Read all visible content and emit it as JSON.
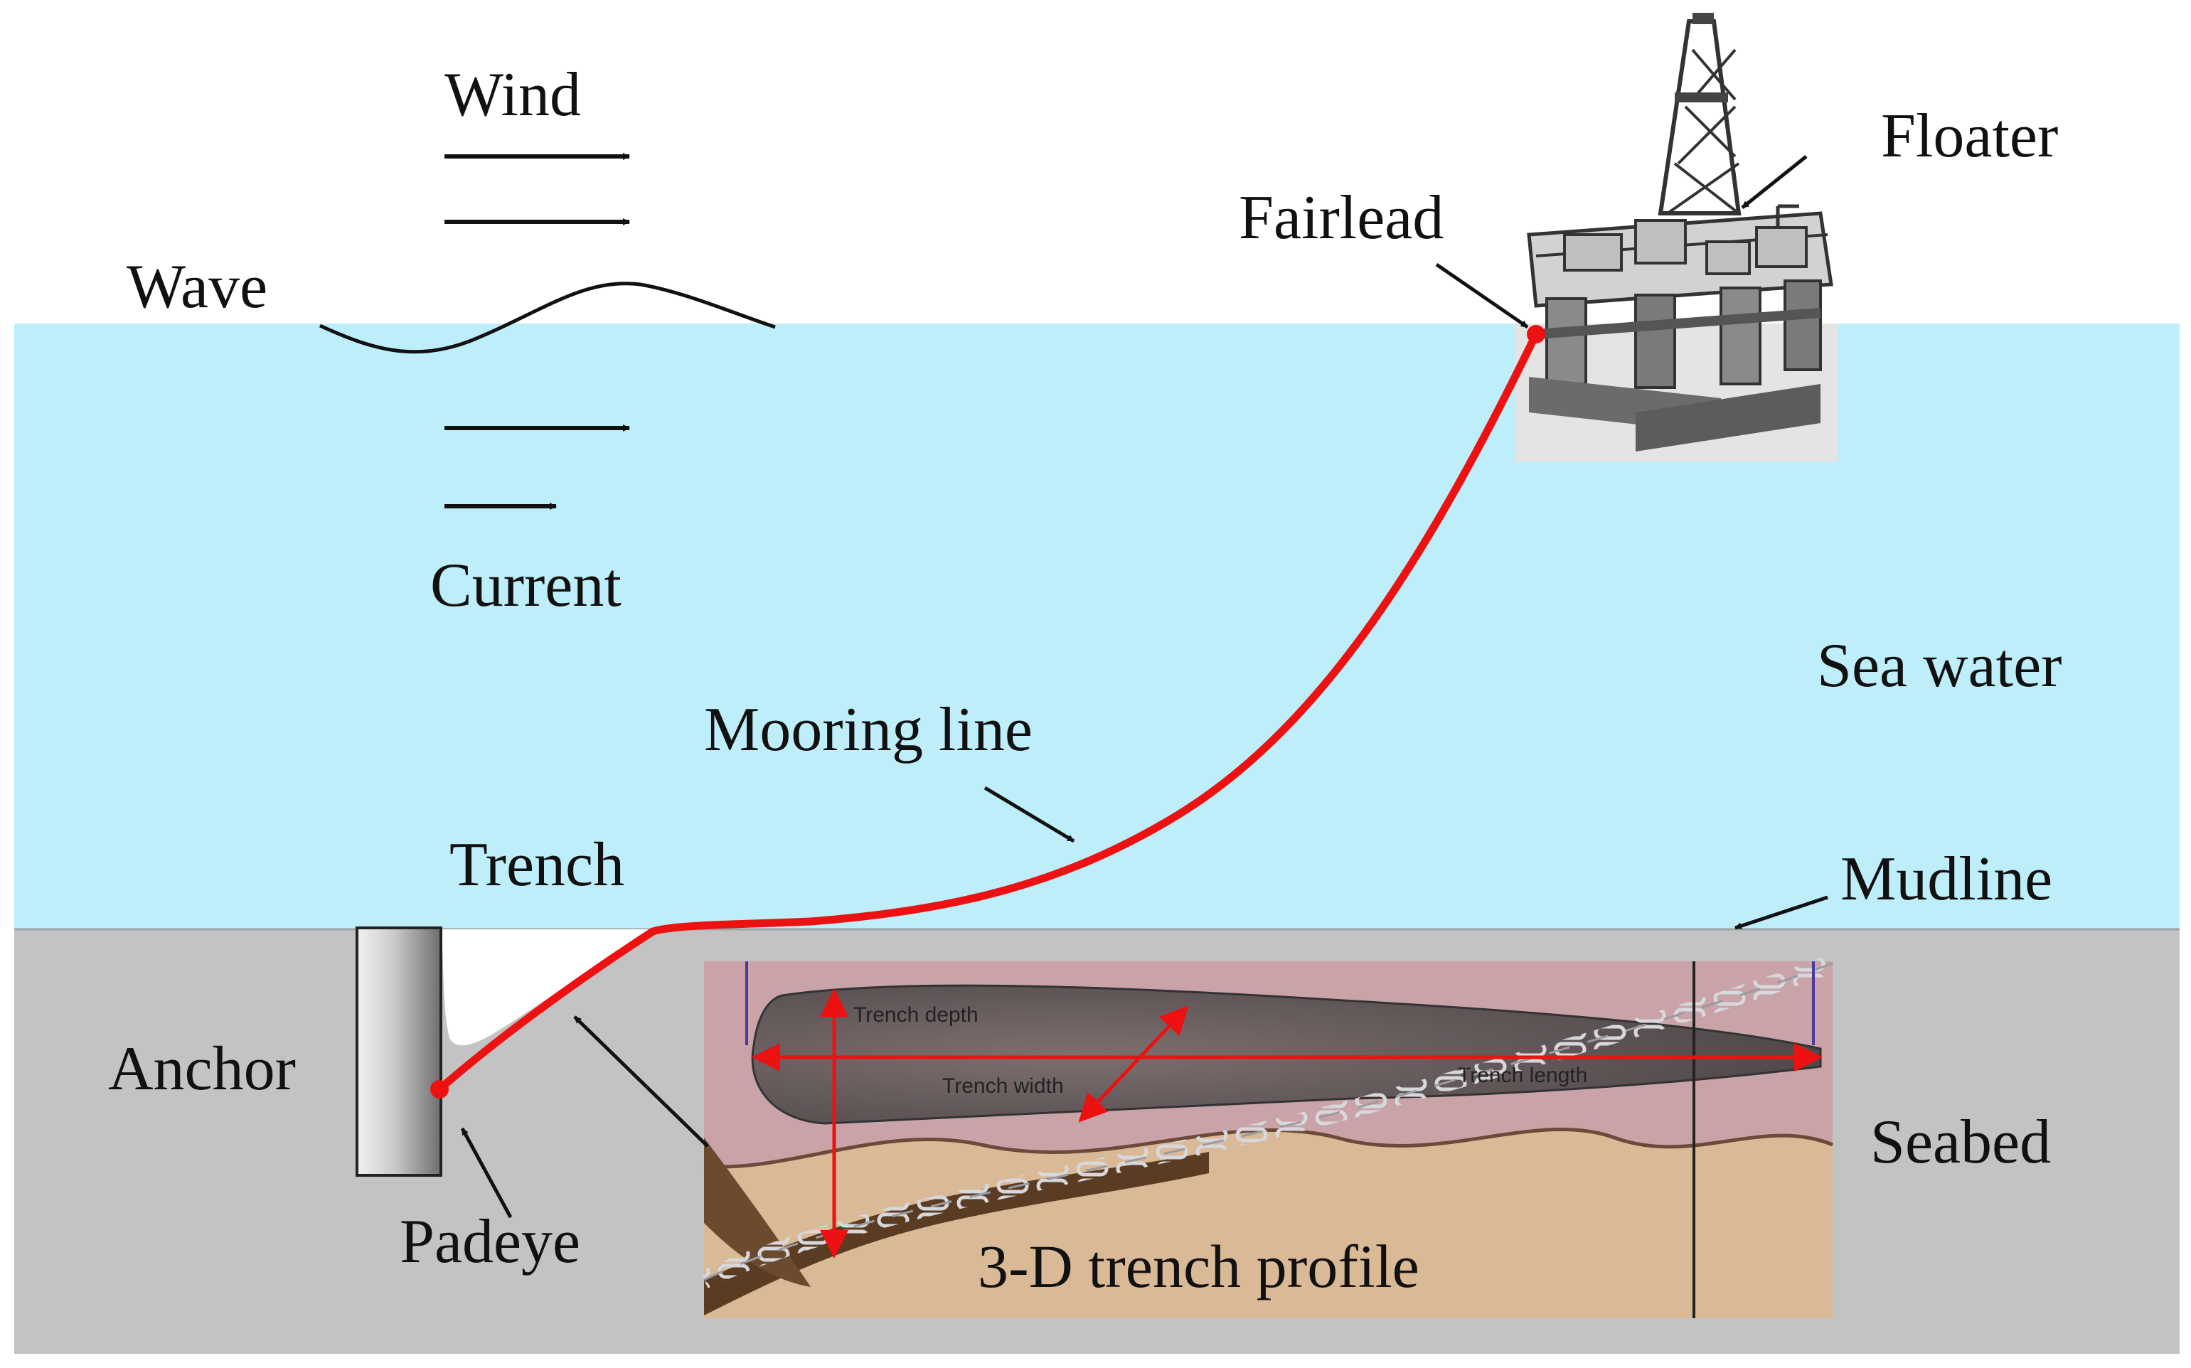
{
  "labels": {
    "wind": "Wind",
    "wave": "Wave",
    "current": "Current",
    "floater": "Floater",
    "fairlead": "Fairlead",
    "sea_water": "Sea water",
    "mooring_line": "Mooring line",
    "trench": "Trench",
    "mudline": "Mudline",
    "anchor": "Anchor",
    "padeye": "Padeye",
    "seabed": "Seabed"
  },
  "inset": {
    "caption": "3-D trench profile",
    "trench_depth": "Trench depth",
    "trench_width": "Trench width",
    "trench_length": "Trench length"
  },
  "colors": {
    "sea": "#bdeefa",
    "seabed": "#c3c3c3",
    "mooring_line": "#ee1111",
    "inset_soil": "#d9b996",
    "inset_water": "#c9a3a8"
  }
}
